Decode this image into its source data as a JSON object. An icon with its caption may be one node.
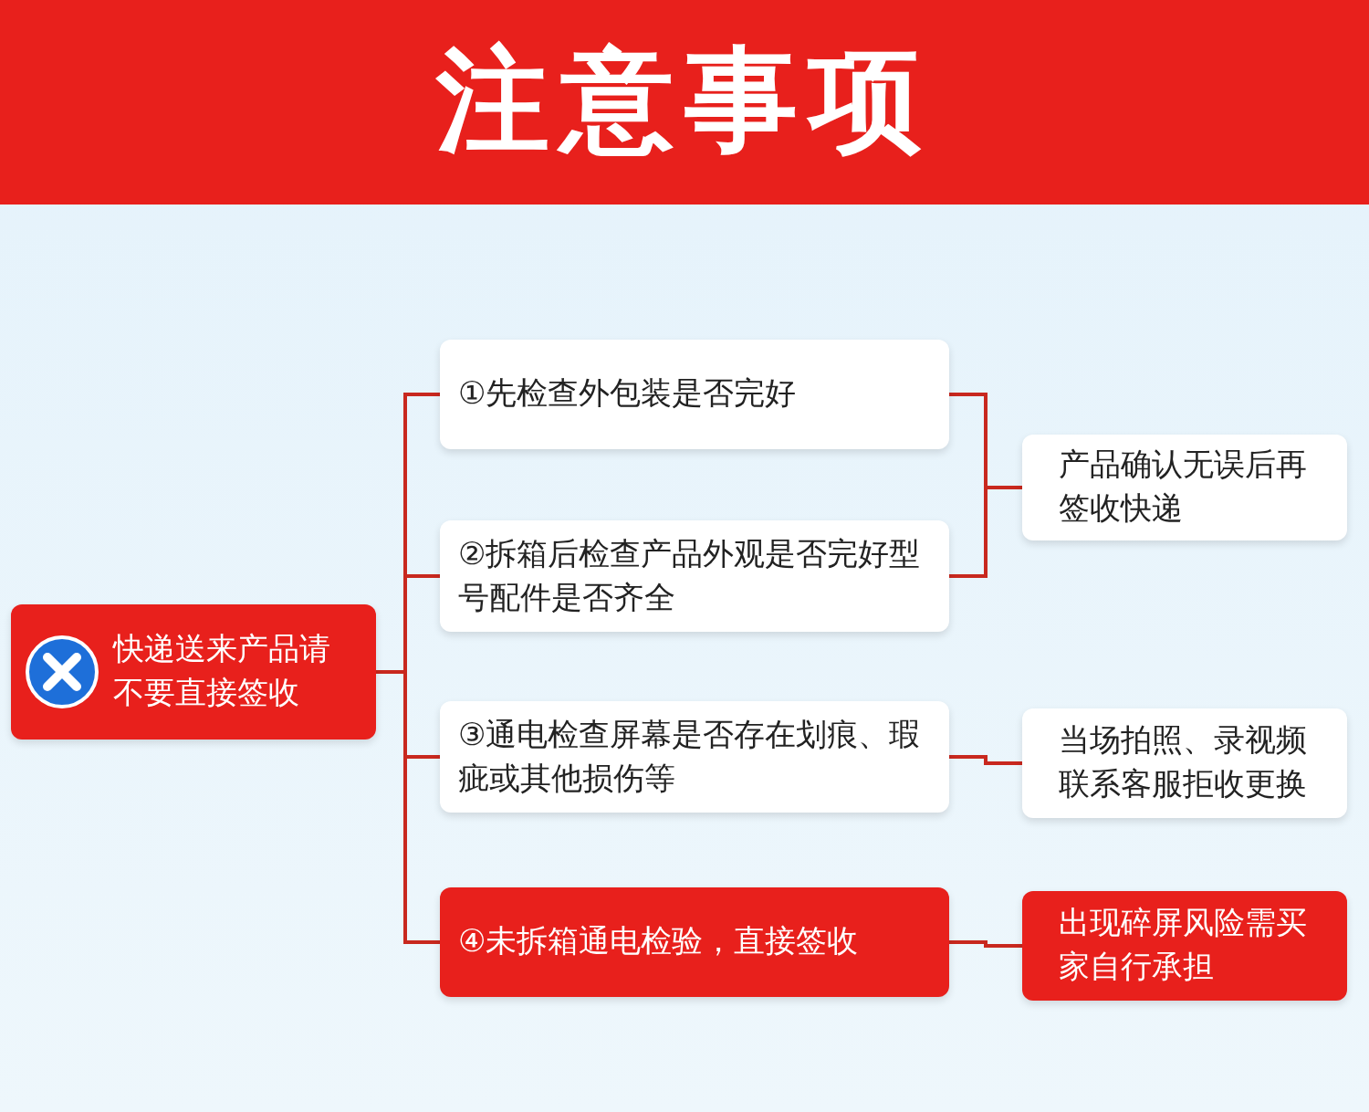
{
  "diagram": {
    "title": "注意事项",
    "nodes": [
      {
        "text": [
          "快递送来产品请不要直接签收"
        ]
      },
      {
        "text": [
          "①先检查外包装是否完好"
        ]
      },
      {
        "text": [
          "②拆箱后检查产品外观是否完好型号配件是否齐全"
        ]
      },
      {
        "text": [
          "③通电检查屏幕是否存在划痕、瑕疵或其他损伤等"
        ]
      },
      {
        "text": [
          "④未拆箱通电检验，直接签收"
        ]
      },
      {
        "text": [
          "产品确认无误后再签收快递"
        ]
      },
      {
        "text": [
          "当场拍照、录视频联系客服拒收更换"
        ]
      },
      {
        "text": [
          "出现碎屏风险需买家自行承担"
        ]
      }
    ],
    "edges": [
      {
        "from": 0,
        "to": 1,
        "arrow": "none"
      },
      {
        "from": 0,
        "to": 2,
        "arrow": "none"
      },
      {
        "from": 0,
        "to": 3,
        "arrow": "none"
      },
      {
        "from": 0,
        "to": 4,
        "arrow": "none"
      },
      {
        "from": 1,
        "to": 5,
        "arrow": "none"
      },
      {
        "from": 2,
        "to": 5,
        "arrow": "none"
      },
      {
        "from": 3,
        "to": 6,
        "arrow": "none"
      },
      {
        "from": 4,
        "to": 7,
        "arrow": "none"
      }
    ]
  }
}
